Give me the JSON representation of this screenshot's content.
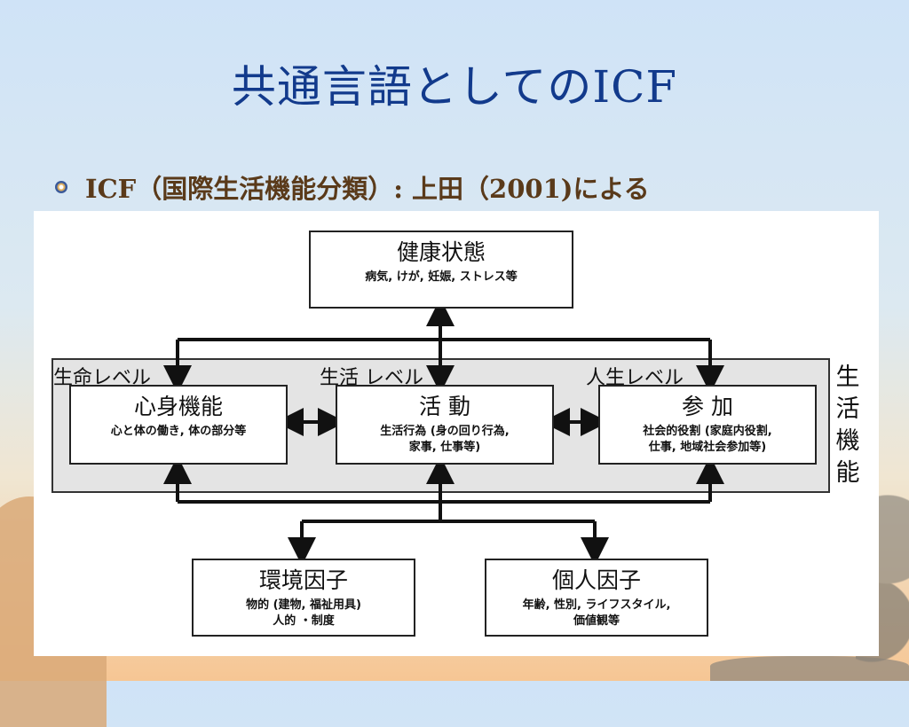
{
  "slide": {
    "title": "共通言語としてのICF",
    "bullet": "ICF（国際生活機能分類）: 上田（2001)による"
  },
  "diagram": {
    "health": {
      "head": "健康状態",
      "sub": "病気, けが, 妊娠, ストレス等"
    },
    "levels": {
      "life": "生命レベル",
      "living": "生活 レベル",
      "personal": "人生レベル"
    },
    "side_label": [
      "生",
      "活",
      "機",
      "能"
    ],
    "body": {
      "head": "心身機能",
      "sub": "心と体の働き, 体の部分等"
    },
    "activity": {
      "head": "活 動",
      "sub1": "生活行為 (身の回り行為,",
      "sub2": "家事, 仕事等)"
    },
    "participation": {
      "head": "参 加",
      "sub1": "社会的役割 (家庭内役割,",
      "sub2": "仕事, 地域社会参加等)"
    },
    "environment": {
      "head": "環境因子",
      "sub1": "物的 (建物, 福祉用具)",
      "sub2": "人的 ・制度"
    },
    "personal_factors": {
      "head": "個人因子",
      "sub1": "年齢, 性別, ライフスタイル,",
      "sub2": "価値観等"
    }
  }
}
